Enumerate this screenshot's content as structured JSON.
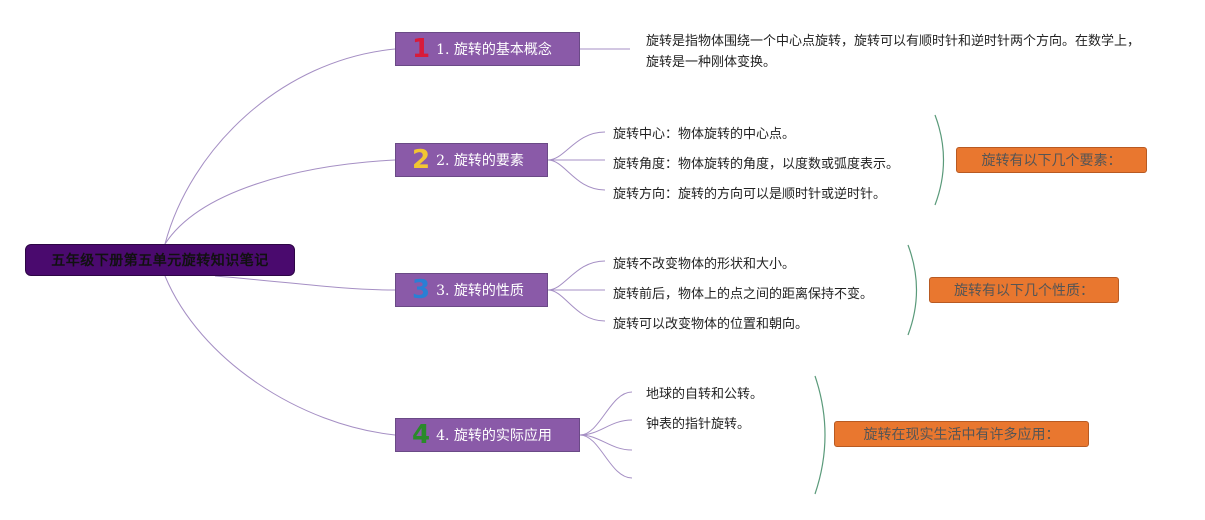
{
  "root": {
    "title": "五年级下册第五单元旋转知识笔记"
  },
  "branches": [
    {
      "num": "1",
      "label": "1. 旋转的基本概念",
      "num_color": "#d81b3a",
      "leaves": [
        "旋转是指物体围绕一个中心点旋转，旋转可以有顺时针和逆时针两个方向。在数学上，旋转是一种刚体变换。"
      ]
    },
    {
      "num": "2",
      "label": "2. 旋转的要素",
      "num_color": "#f2c632",
      "leaves": [
        "旋转中心：物体旋转的中心点。",
        "旋转角度：物体旋转的角度，以度数或弧度表示。",
        "旋转方向：旋转的方向可以是顺时针或逆时针。"
      ],
      "summary": "旋转有以下几个要素："
    },
    {
      "num": "3",
      "label": "3. 旋转的性质",
      "num_color": "#2a7fd4",
      "leaves": [
        "旋转不改变物体的形状和大小。",
        "旋转前后，物体上的点之间的距离保持不变。",
        "旋转可以改变物体的位置和朝向。"
      ],
      "summary": "旋转有以下几个性质："
    },
    {
      "num": "4",
      "label": "4. 旋转的实际应用",
      "num_color": "#2a8a2a",
      "leaves": [
        "地球的自转和公转。",
        "钟表的指针旋转。"
      ],
      "summary": "旋转在现实生活中有许多应用："
    }
  ],
  "colors": {
    "connector": "#a58fc4",
    "bracket": "#5a9a7a",
    "root_fill": "#4a0a6e",
    "branch_fill": "#8a5aa8",
    "summary_fill": "#e9772f"
  }
}
